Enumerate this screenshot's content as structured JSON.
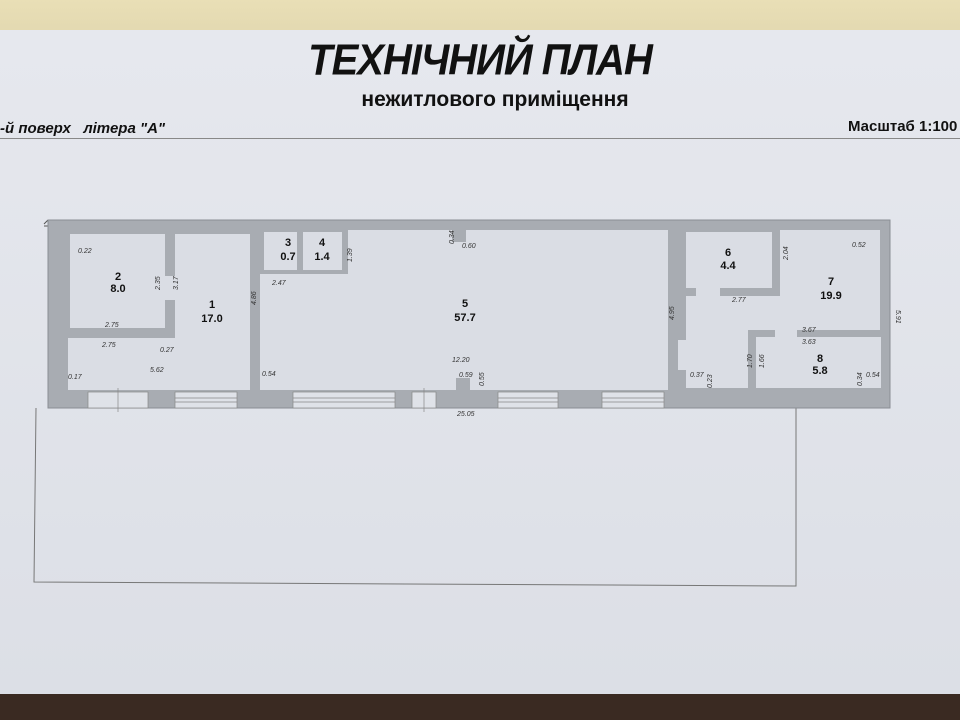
{
  "header": {
    "title": "ТЕХНІЧНИЙ ПЛАН",
    "subtitle": "нежитлового приміщення",
    "floor": "-й поверх   літера \"А\"",
    "scale": "Масштаб 1:100"
  },
  "rooms": [
    {
      "number": "1",
      "area": "17.0"
    },
    {
      "number": "2",
      "area": "8.0"
    },
    {
      "number": "3",
      "area": "0.7"
    },
    {
      "number": "4",
      "area": "1.4"
    },
    {
      "number": "5",
      "area": "57.7"
    },
    {
      "number": "6",
      "area": "4.4"
    },
    {
      "number": "7",
      "area": "19.9"
    },
    {
      "number": "8",
      "area": "5.8"
    }
  ],
  "dimensions": [
    "0.22",
    "2.35",
    "3.17",
    "2.75",
    "2.75",
    "0.27",
    "4.86",
    "0.17",
    "5.62",
    "0.54",
    "2.47",
    "1.39",
    "0.34",
    "0.60",
    "12.20",
    "0.59",
    "0.55",
    "4.95",
    "25.05",
    "2.04",
    "0.52",
    "2.77",
    "5.91",
    "3.67",
    "3.63",
    "1.70",
    "1.66",
    "0.37",
    "0.23",
    "0.34",
    "0.54"
  ],
  "colors": {
    "wall": "#a8acb2",
    "room": "#dadde4",
    "paper": "#dfe2e8"
  }
}
